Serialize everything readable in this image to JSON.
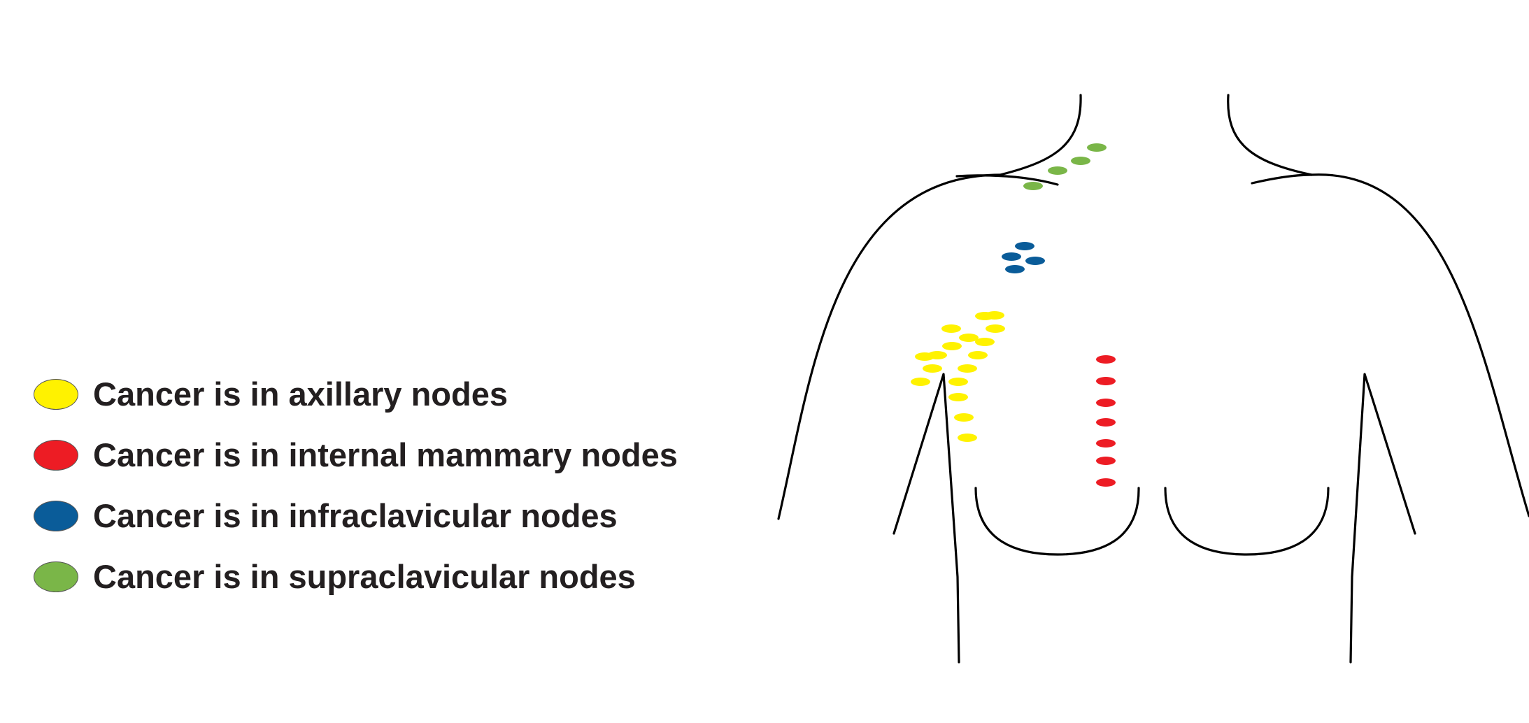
{
  "legend": [
    {
      "label": "Cancer is in axillary nodes",
      "color": "#fff200"
    },
    {
      "label": "Cancer is in internal mammary nodes",
      "color": "#ed1c24"
    },
    {
      "label": "Cancer is in infraclavicular nodes",
      "color": "#0a5c99"
    },
    {
      "label": "Cancer is in supraclavicular nodes",
      "color": "#7ab648"
    }
  ],
  "node_groups": {
    "axillary": {
      "color": "#fff200",
      "count": 17
    },
    "internal_mammary": {
      "color": "#ed1c24",
      "count": 7
    },
    "infraclavicular": {
      "color": "#0a5c99",
      "count": 4
    },
    "supraclavicular": {
      "color": "#7ab648",
      "count": 4
    }
  },
  "outline_color": "#000000"
}
